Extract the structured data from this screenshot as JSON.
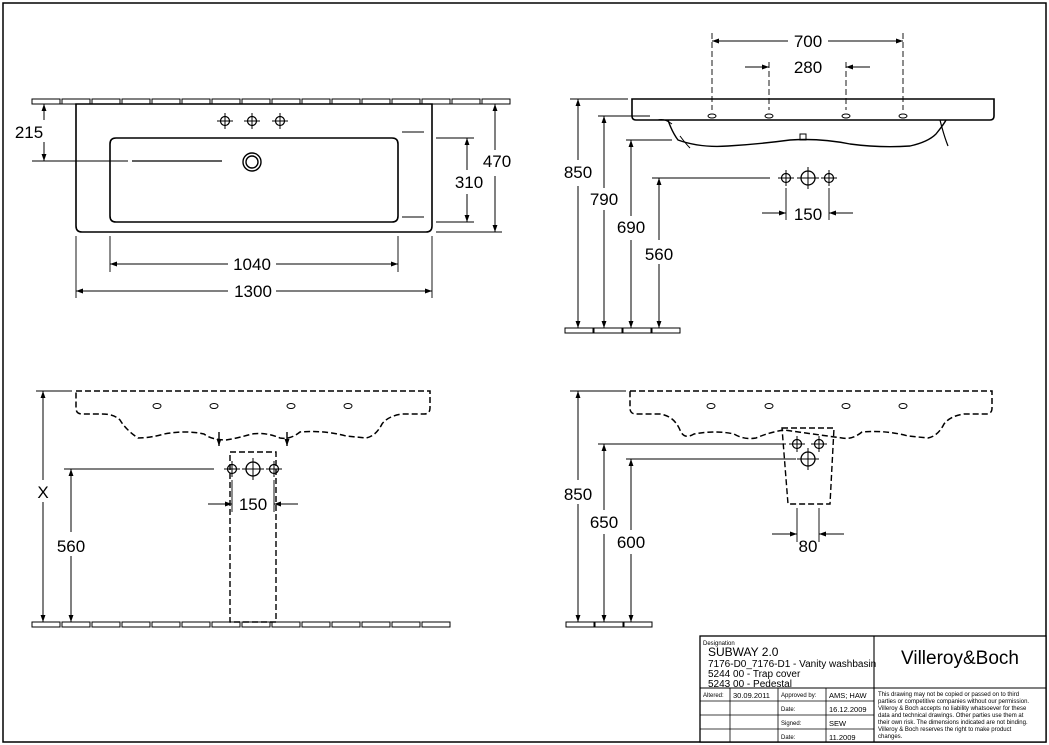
{
  "top_view": {
    "dim_215": "215",
    "dim_470": "470",
    "dim_310": "310",
    "dim_1040": "1040",
    "dim_1300": "1300"
  },
  "side_view": {
    "dim_700": "700",
    "dim_280": "280",
    "dim_850": "850",
    "dim_790": "790",
    "dim_690": "690",
    "dim_560": "560",
    "dim_150": "150"
  },
  "front_trap_view": {
    "dim_x": "X",
    "dim_560": "560",
    "dim_150": "150"
  },
  "front_pedestal_view": {
    "dim_850": "850",
    "dim_650": "650",
    "dim_600": "600",
    "dim_80": "80"
  },
  "title_block": {
    "designation_label": "Designation",
    "product_name": "SUBWAY 2.0",
    "line1": "7176-D0_7176-D1 - Vanity washbasin",
    "line2": "5244 00 - Trap cover",
    "line3": "5243 00 - Pedestal",
    "brand": "Villeroy&Boch",
    "altered_label": "Altered:",
    "altered_date": "30.09.2011",
    "approved_label": "Approved by:",
    "approved_value": "AMS; HAW",
    "date_label_1": "Date:",
    "date_value_1": "16.12.2009",
    "signed_label": "Signed:",
    "signed_value": "SEW",
    "date_label_2": "Date:",
    "date_value_2": "11.2009",
    "disclaimer": [
      "This drawing may not be copied or passed on to third",
      "parties or competitive companies without our permission.",
      "Villeroy & Boch accepts no liability whatsoever for these",
      "data and technical drawings. Other parties use them at",
      "their own risk. The dimensions indicated are not binding.",
      "Villeroy & Boch reserves the right to make product",
      "changes."
    ]
  }
}
